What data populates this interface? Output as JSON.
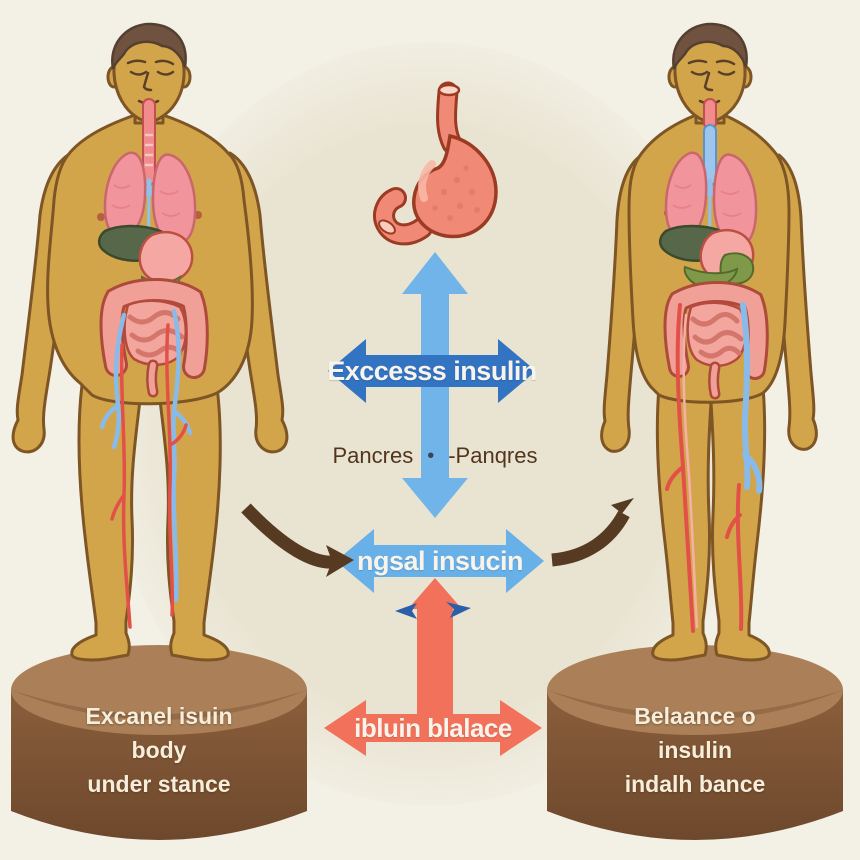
{
  "center": {
    "excess_label": "Exccesss insulin",
    "pancreas_left": "Pancres",
    "pancreas_dot": "•",
    "pancreas_right": "-Panqres",
    "normal_label": "ngsal insucin",
    "balance_label": "ibluin blalace"
  },
  "pedestals": {
    "left": {
      "line1": "Excanel isuin",
      "line2": "body",
      "line3": "under stance"
    },
    "right": {
      "line1": "Belaance o",
      "line2": "insulin",
      "line3": "indalh bance"
    }
  },
  "colors": {
    "background": "#f3f0e6",
    "halo": "#e9e4d2",
    "arrow_dark_blue": "#3273c2",
    "arrow_light_blue": "#68b0e8",
    "arrow_red": "#f2715a",
    "arrow_brown": "#573a22",
    "label_light": "#f8f4ec",
    "label_dark": "#52351c",
    "pedestal_top": "#ab8059",
    "pedestal_side": "#82583a",
    "skin": "#d2a54b"
  }
}
